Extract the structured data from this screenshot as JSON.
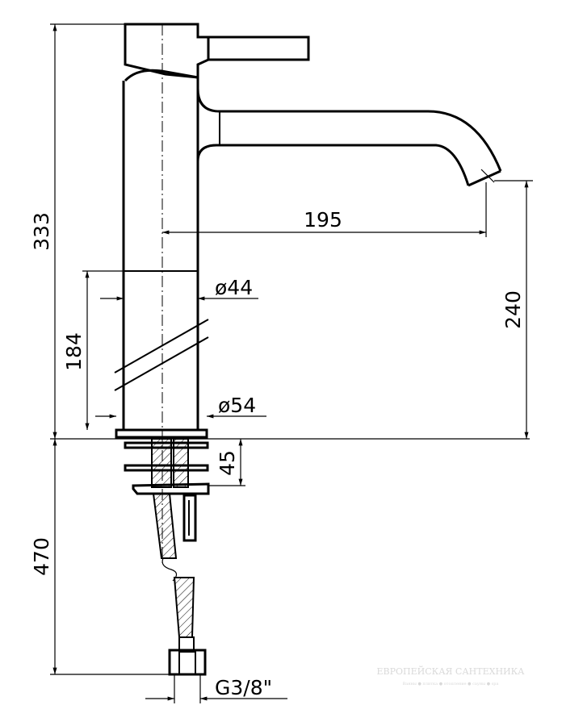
{
  "drawing": {
    "dimensions": {
      "total_height": "333",
      "spout_height": "240",
      "spout_reach": "195",
      "body_height": "184",
      "body_diameter": "ø44",
      "base_diameter": "ø54",
      "shank_length": "45",
      "hose_length": "470",
      "thread": "G3/8\""
    },
    "watermark": {
      "title": "ЕВРОПЕЙСКАЯ САНТЕХНИКА",
      "subtitle": "Ванны ● плитка ● отопление ● сауны ● spa"
    }
  }
}
